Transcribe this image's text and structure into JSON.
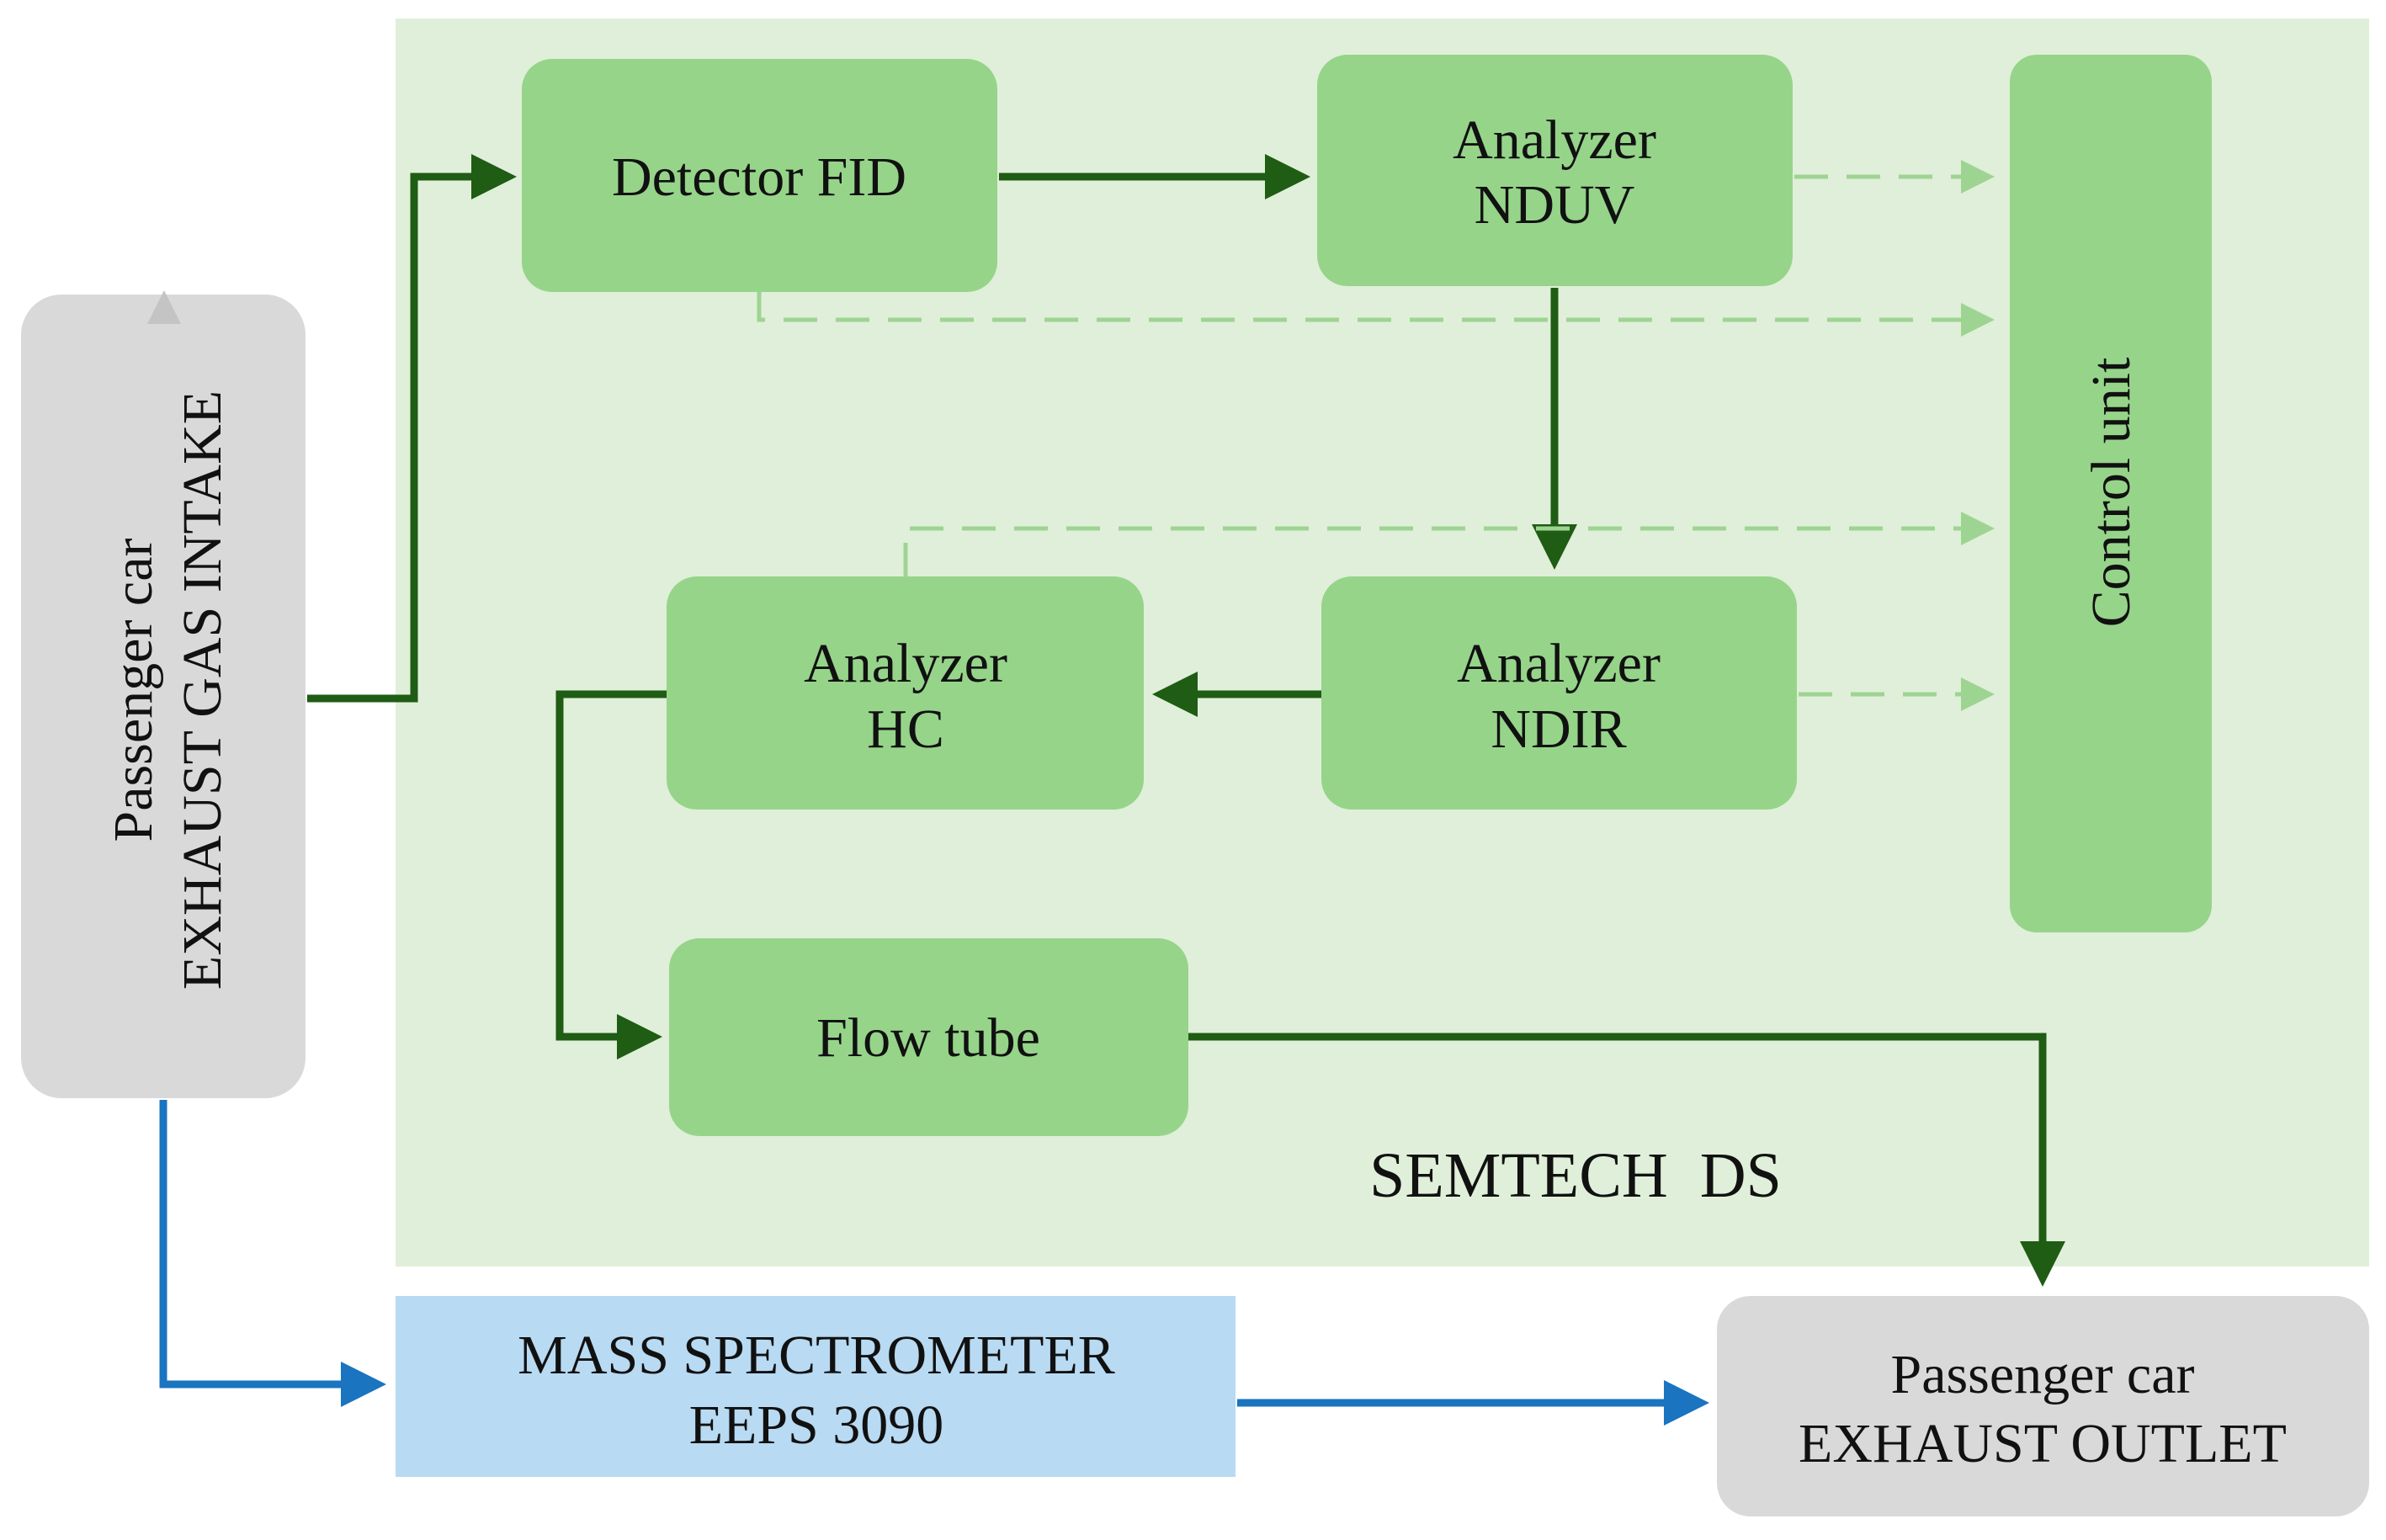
{
  "diagram": {
    "region_label": "SEMTECH  DS",
    "intake": {
      "line1": "Passenger car",
      "line2": "EXHAUST GAS INTAKE"
    },
    "detector_fid": "Detector FID",
    "analyzer_nduv": {
      "line1": "Analyzer",
      "line2": "NDUV"
    },
    "analyzer_ndir": {
      "line1": "Analyzer",
      "line2": "NDIR"
    },
    "analyzer_hc": {
      "line1": "Analyzer",
      "line2": "HC"
    },
    "flow_tube": "Flow tube",
    "control_unit": "Control unit",
    "mass_spectrometer": {
      "line1": "MASS SPECTROMETER",
      "line2": "EEPS 3090"
    },
    "outlet": {
      "line1": "Passenger car",
      "line2": "EXHAUST OUTLET"
    }
  },
  "colors": {
    "region_fill": "#e0efd9",
    "box_green": "#96d48a",
    "box_gray": "#d9d9d9",
    "box_blue": "#b8daf2",
    "arrow_dark_green": "#1f5c14",
    "arrow_light_green": "#9ed492",
    "arrow_blue": "#1a74c0"
  }
}
